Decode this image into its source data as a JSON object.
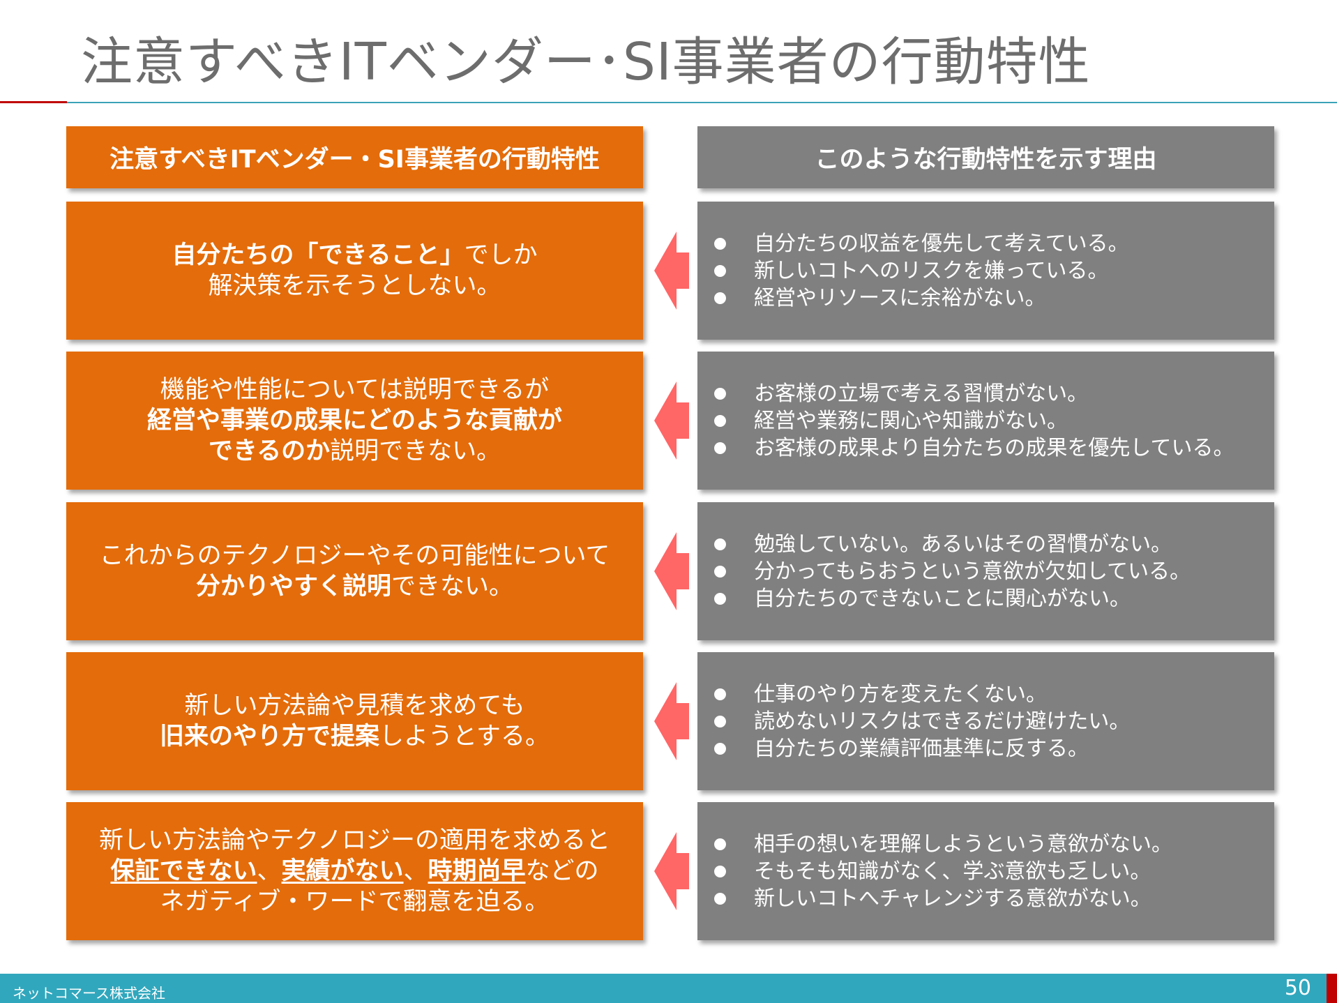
{
  "title": "注意すべきITベンダー･SI事業者の行動特性",
  "headers": {
    "left": "注意すべきITベンダー・SI事業者の行動特性",
    "right": "このような行動特性を示す理由"
  },
  "rows": [
    {
      "left": [
        [
          {
            "t": "自分たちの「できること」",
            "b": true
          },
          {
            "t": "でしか"
          }
        ],
        [
          {
            "t": "解決策を示そうとしない。"
          }
        ]
      ],
      "right": [
        "自分たちの収益を優先して考えている。",
        "新しいコトへのリスクを嫌っている。",
        "経営やリソースに余裕がない。"
      ]
    },
    {
      "left": [
        [
          {
            "t": "機能や性能については説明できるが"
          }
        ],
        [
          {
            "t": "経営や事業の成果にどのような貢献が",
            "b": true
          }
        ],
        [
          {
            "t": "できるのか",
            "b": true
          },
          {
            "t": "説明できない。"
          }
        ]
      ],
      "right": [
        "お客様の立場で考える習慣がない。",
        "経営や業務に関心や知識がない。",
        "お客様の成果より自分たちの成果を優先している。"
      ]
    },
    {
      "left": [
        [
          {
            "t": "これからのテクノロジーやその可能性について"
          }
        ],
        [
          {
            "t": "分かりやすく説明",
            "b": true
          },
          {
            "t": "できない。"
          }
        ]
      ],
      "right": [
        "勉強していない。あるいはその習慣がない。",
        "分かってもらおうという意欲が欠如している。",
        "自分たちのできないことに関心がない。"
      ]
    },
    {
      "left": [
        [
          {
            "t": "新しい方法論や見積を求めても"
          }
        ],
        [
          {
            "t": "旧来のやり方で提案",
            "b": true
          },
          {
            "t": "しようとする。"
          }
        ]
      ],
      "right": [
        "仕事のやり方を変えたくない。",
        "読めないリスクはできるだけ避けたい。",
        "自分たちの業績評価基準に反する。"
      ]
    },
    {
      "left": [
        [
          {
            "t": "新しい方法論やテクノロジーの適用を求めると"
          }
        ],
        [
          {
            "t": "保証できない",
            "b": true,
            "u": true
          },
          {
            "t": "、"
          },
          {
            "t": "実績がない",
            "b": true,
            "u": true
          },
          {
            "t": "、"
          },
          {
            "t": "時期尚早",
            "b": true,
            "u": true
          },
          {
            "t": "などの"
          }
        ],
        [
          {
            "t": "ネガティブ・ワードで翻意を迫る。"
          }
        ]
      ],
      "right": [
        "相手の想いを理解しようという意欲がない。",
        "そもそも知識がなく、学ぶ意欲も乏しい。",
        "新しいコトへチャレンジする意欲がない。"
      ]
    }
  ],
  "footer": {
    "company": "ネットコマース株式会社",
    "page": "50"
  },
  "colors": {
    "orange": "#e46c0a",
    "gray": "#808080",
    "arrow": "#ff6666",
    "teal": "#31a7bd",
    "red": "#c00000"
  }
}
